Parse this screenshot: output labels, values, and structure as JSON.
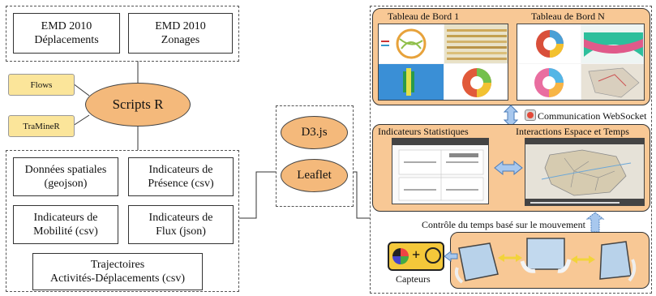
{
  "left": {
    "emd_deplacements": [
      "EMD 2010",
      "Déplacements"
    ],
    "emd_zonages": [
      "EMD 2010",
      "Zonages"
    ],
    "scripts_r": "Scripts R",
    "tags": [
      "Flows",
      "TraMineR"
    ],
    "outputs": {
      "donnees_spatiales": [
        "Données spatiales",
        "(geojson)"
      ],
      "indicateurs_presence": [
        "Indicateurs de",
        "Présence (csv)"
      ],
      "indicateurs_mobilite": [
        "Indicateurs de",
        "Mobilité (csv)"
      ],
      "indicateurs_flux": [
        "Indicateurs de",
        "Flux (json)"
      ],
      "trajectoires": [
        "Trajectoires",
        "Activités-Déplacements (csv)"
      ]
    }
  },
  "middle": {
    "libraries": [
      "D3.js",
      "Leaflet"
    ]
  },
  "right": {
    "tableau_1": "Tableau de Bord 1",
    "tableau_n": "Tableau de Bord N",
    "communication": "Communication WebSocket",
    "indicateurs_statistiques": "Indicateurs Statistiques",
    "interactions": "Interactions Espace et Temps",
    "controle": "Contrôle du temps basé sur le mouvement",
    "capteurs": "Capteurs"
  },
  "colors": {
    "ellipse_fill": "#f4b97b",
    "tag_fill": "#fbe59a",
    "panel_fill": "#f8c895",
    "arrow_fill": "#a8c8ee"
  }
}
